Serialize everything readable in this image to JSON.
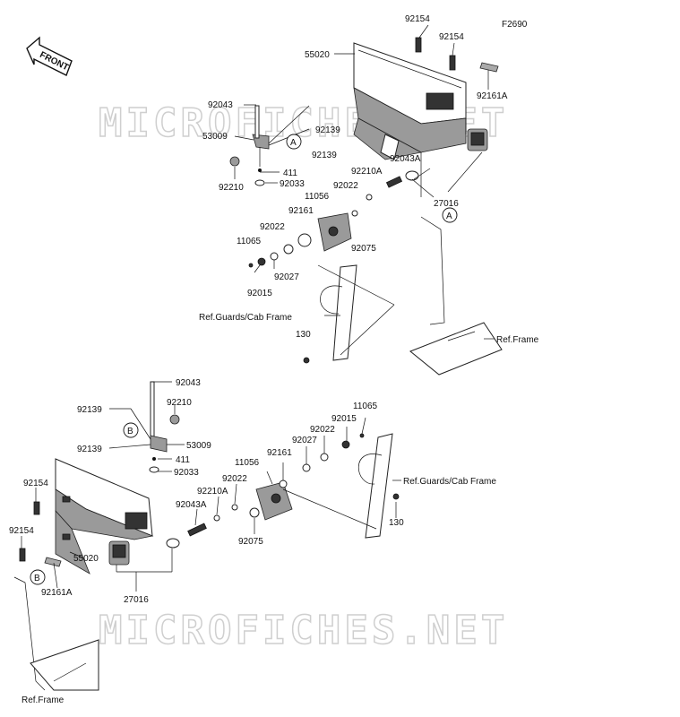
{
  "figure_code": "F2690",
  "front_arrow_text": "FRONT",
  "watermark": "MICROFICHES.NET",
  "callout_a": "A",
  "callout_b": "B",
  "labels": {
    "t_92154_a": "92154",
    "t_92154_b": "92154",
    "t_55020": "55020",
    "t_92161A": "92161A",
    "t_92043": "92043",
    "t_53009": "53009",
    "t_92139_a": "92139",
    "t_92139_b": "92139",
    "t_411": "411",
    "t_92210": "92210",
    "t_92033": "92033",
    "t_92210A": "92210A",
    "t_92043A": "92043A",
    "t_92022": "92022",
    "t_11056": "11056",
    "t_27016": "27016",
    "t_92161": "92161",
    "t_92022b": "92022",
    "t_92075": "92075",
    "t_11065": "11065",
    "t_92027": "92027",
    "t_92015": "92015",
    "t_ref_guards": "Ref.Guards/Cab Frame",
    "t_130": "130",
    "t_ref_frame": "Ref.Frame",
    "b_92043": "92043",
    "b_92139_a": "92139",
    "b_92210": "92210",
    "b_53009": "53009",
    "b_92139_b": "92139",
    "b_411": "411",
    "b_92033": "92033",
    "b_11065": "11065",
    "b_92015": "92015",
    "b_92022": "92022",
    "b_92027": "92027",
    "b_11056": "11056",
    "b_92161": "92161",
    "b_92022b": "92022",
    "b_92210A": "92210A",
    "b_92043A": "92043A",
    "b_92154_a": "92154",
    "b_92154_b": "92154",
    "b_55020": "55020",
    "b_92161A": "92161A",
    "b_27016": "27016",
    "b_ref_guards": "Ref.Guards/Cab Frame",
    "b_130": "130",
    "b_92075": "92075",
    "b_ref_frame": "Ref.Frame"
  }
}
